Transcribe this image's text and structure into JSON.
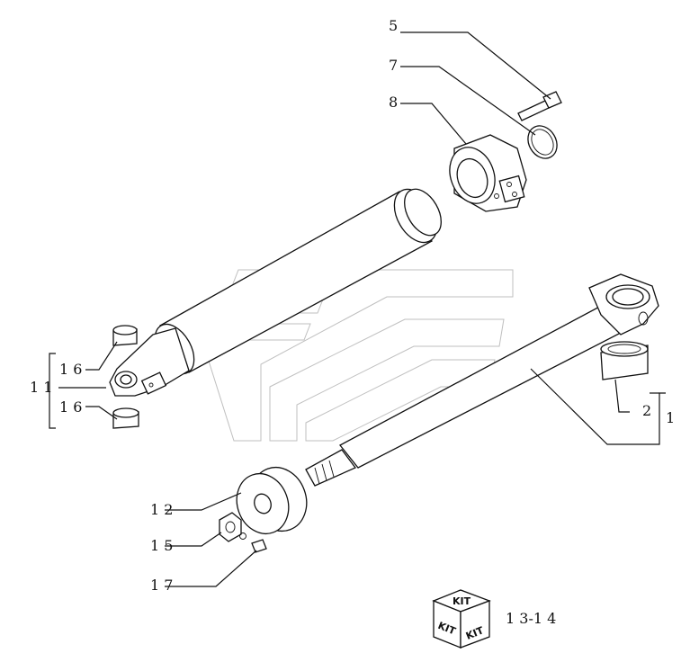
{
  "callouts": {
    "c5": "5",
    "c7": "7",
    "c8": "8",
    "c16a": "1 6",
    "c16b": "1 6",
    "c11": "1 1",
    "c2": "2",
    "c1": "1",
    "c12": "1 2",
    "c15": "1 5",
    "c17": "1 7"
  },
  "kit_box": {
    "top_label": "KIT",
    "left_label": "KIT",
    "right_label": "KIT",
    "code": "1 3-1 4"
  }
}
